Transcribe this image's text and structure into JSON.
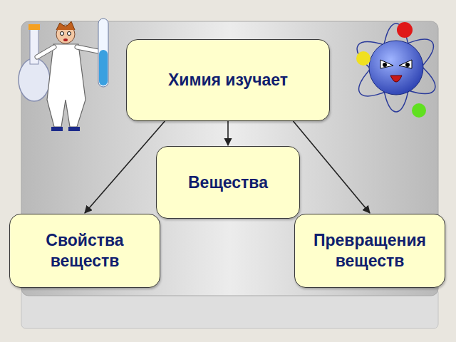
{
  "diagram": {
    "nodes": [
      {
        "text": [
          "Химия изучает"
        ]
      },
      {
        "text": [
          "Вещества"
        ]
      },
      {
        "text": [
          "Свойства веществ"
        ]
      },
      {
        "text": [
          "Превращения веществ"
        ]
      }
    ],
    "edges": [
      {
        "from": 0,
        "to": 2,
        "arrow": "to"
      },
      {
        "from": 0,
        "to": 1,
        "arrow": "to"
      },
      {
        "from": 0,
        "to": 3,
        "arrow": "to"
      }
    ]
  }
}
